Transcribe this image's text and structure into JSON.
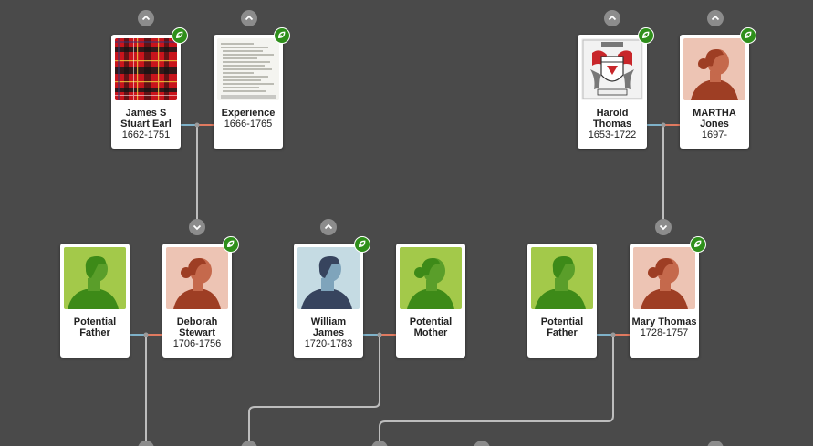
{
  "people": {
    "james": {
      "name": "James S Stuart Earl",
      "years": "1662-1751",
      "photo": "tartan-image"
    },
    "experience": {
      "name": "Experience",
      "years": "1666-1765",
      "photo": "document-image"
    },
    "harold": {
      "name": "Harold Thomas",
      "years": "1653-1722",
      "photo": "coat-of-arms-image"
    },
    "martha": {
      "name": "MARTHA Jones",
      "years": "1697-",
      "photo": "female-silhouette"
    },
    "pot_father_1": {
      "name": "Potential Father",
      "years": "",
      "photo": "green-silhouette"
    },
    "deborah": {
      "name": "Deborah Stewart",
      "years": "1706-1756",
      "photo": "female-silhouette"
    },
    "william": {
      "name": "William James",
      "years": "1720-1783",
      "photo": "male-silhouette"
    },
    "pot_mother": {
      "name": "Potential Mother",
      "years": "",
      "photo": "green-silhouette"
    },
    "pot_father_2": {
      "name": "Potential Father",
      "years": "",
      "photo": "green-silhouette"
    },
    "mary": {
      "name": "Mary Thomas",
      "years": "1728-1757",
      "photo": "female-silhouette"
    }
  },
  "icons": {
    "hint": "leaf-hint-icon",
    "expand_up": "chevron-up-icon",
    "collapse_down": "chevron-down-icon"
  },
  "colors": {
    "background": "#4a4a4a",
    "hint_green": "#2f8f1b",
    "male_line": "#7fb2c9",
    "female_line": "#e07a60",
    "connector": "#bdbdbd"
  }
}
